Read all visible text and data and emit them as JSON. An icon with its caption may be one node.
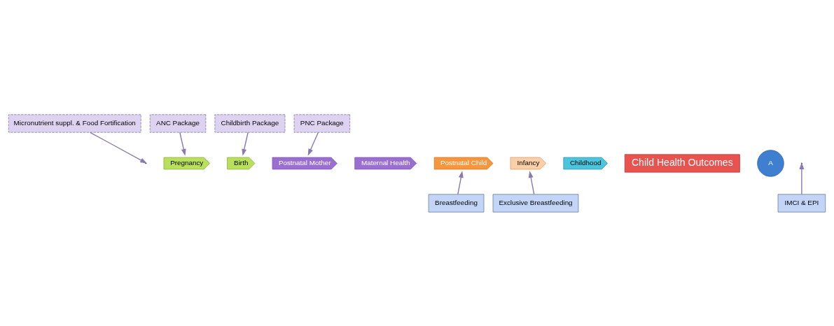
{
  "diagram": {
    "nodes": [
      {
        "text": [
          "Micronutrient suppl. & Food Fortification"
        ]
      },
      {
        "text": [
          "ANC Package"
        ]
      },
      {
        "text": [
          "Childbirth Package"
        ]
      },
      {
        "text": [
          "PNC Package"
        ]
      },
      {
        "text": [
          "A"
        ]
      },
      {
        "text": [
          "Pregnancy"
        ]
      },
      {
        "text": [
          "Birth"
        ]
      },
      {
        "text": [
          "Postnatal Mother"
        ]
      },
      {
        "text": [
          "Maternal Health"
        ]
      },
      {
        "text": [
          "Child Health Outcomes"
        ]
      },
      {
        "text": [
          "Postnatal Child"
        ]
      },
      {
        "text": [
          "Infancy"
        ]
      },
      {
        "text": [
          "Childhood"
        ]
      },
      {
        "text": [
          "Breastfeeding"
        ]
      },
      {
        "text": [
          "Exclusive Breastfeeding"
        ]
      },
      {
        "text": [
          "IMCI & EPI"
        ]
      }
    ],
    "edges": [
      {
        "from": 1,
        "to": 5,
        "arrow": "to"
      },
      {
        "from": 2,
        "to": 6,
        "arrow": "to"
      },
      {
        "from": 3,
        "to": 7,
        "arrow": "to"
      },
      {
        "from": 0,
        "to": null,
        "arrow": "to"
      },
      {
        "from": 13,
        "to": 10,
        "arrow": "to"
      },
      {
        "from": 14,
        "to": 11,
        "arrow": "to"
      },
      {
        "from": 15,
        "to": null,
        "arrow": "to"
      }
    ]
  }
}
